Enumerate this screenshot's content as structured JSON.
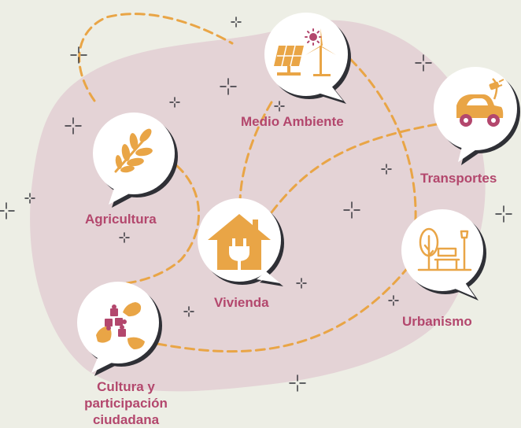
{
  "diagram": {
    "colors": {
      "background": "#edeee5",
      "blob": "#e4d3d6",
      "label": "#b3476d",
      "icon": "#e9a546",
      "accent": "#b3476d",
      "path": "#e9a546",
      "outline": "#2f3036",
      "bubble": "#ffffff"
    },
    "nodes": [
      {
        "id": "medio-ambiente",
        "label": "Medio Ambiente",
        "icon": "wind-solar-icon"
      },
      {
        "id": "transportes",
        "label": "Transportes",
        "icon": "electric-car-icon"
      },
      {
        "id": "agricultura",
        "label": "Agricultura",
        "icon": "wheat-icon"
      },
      {
        "id": "vivienda",
        "label": "Vivienda",
        "icon": "house-plug-icon"
      },
      {
        "id": "urbanismo",
        "label": "Urbanismo",
        "icon": "park-bench-icon"
      },
      {
        "id": "cultura",
        "label_lines": [
          "Cultura y",
          "participación",
          "ciudadana"
        ],
        "icon": "puzzle-hands-icon"
      }
    ]
  }
}
